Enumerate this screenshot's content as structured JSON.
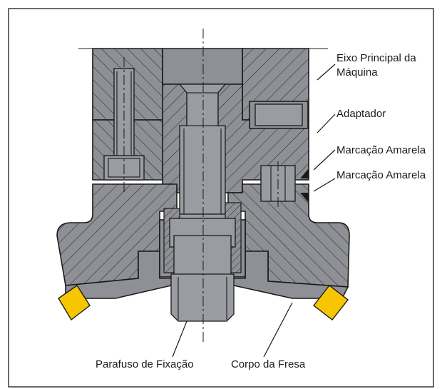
{
  "labels": {
    "machine_spindle": "Eixo Principal da",
    "machine_spindle_2": "Máquina",
    "adapter": "Adaptador",
    "yellow_mark_1": "Marcação Amarela",
    "yellow_mark_2": "Marcação Amarela",
    "clamp_screw": "Parafuso de Fixação",
    "cutter_body": "Corpo da Fresa"
  },
  "colors": {
    "body_gray": "#8e9096",
    "hatch_line": "#2a2a2a",
    "insert_yellow": "#f7c600",
    "outline": "#1a1a1a",
    "frame": "#1a1a1a"
  }
}
